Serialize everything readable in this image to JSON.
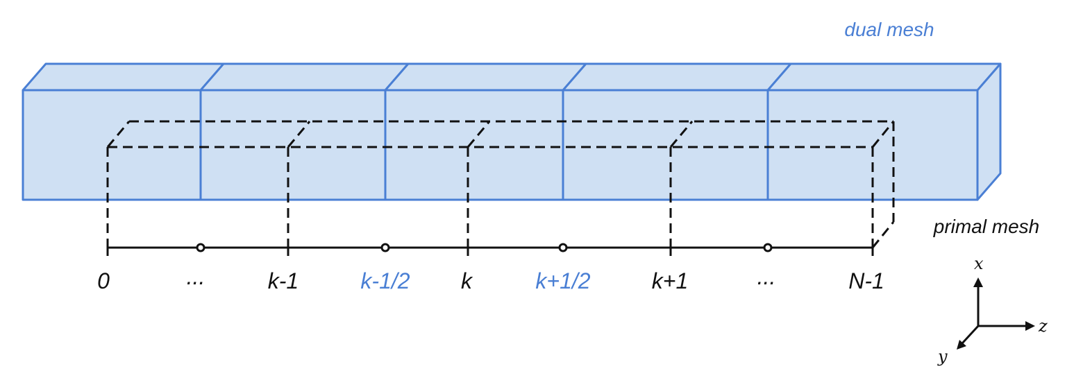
{
  "labels": {
    "dual_mesh": "dual mesh",
    "primal_mesh": "primal mesh"
  },
  "node_labels": [
    "0",
    "...",
    "k-1",
    "k-1/2",
    "k",
    "k+1/2",
    "k+1",
    "...",
    "N-1"
  ],
  "axes": {
    "x": "x",
    "y": "y",
    "z": "z"
  },
  "colors": {
    "dual_fill": "#cfe0f3",
    "dual_stroke": "#4a7fd4",
    "primal_stroke": "#111111",
    "half_label": "#4a7fd4"
  }
}
